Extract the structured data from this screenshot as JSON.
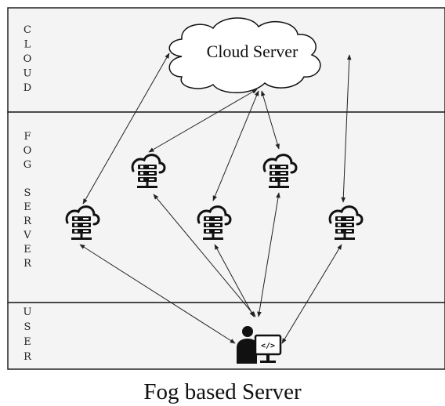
{
  "layers": {
    "cloud": "CLOUD",
    "fog": "FOG SERVER",
    "user": "USER"
  },
  "cloud_node": {
    "label": "Cloud Server"
  },
  "caption": "Fog based Server",
  "icons": {
    "fog_node": "fog-server-icon",
    "user_node": "user-workstation-icon",
    "cloud_node": "cloud-icon"
  },
  "colors": {
    "layer_bg": "#f4f4f4",
    "border": "#222222",
    "line": "#222222",
    "icon": "#111111"
  }
}
